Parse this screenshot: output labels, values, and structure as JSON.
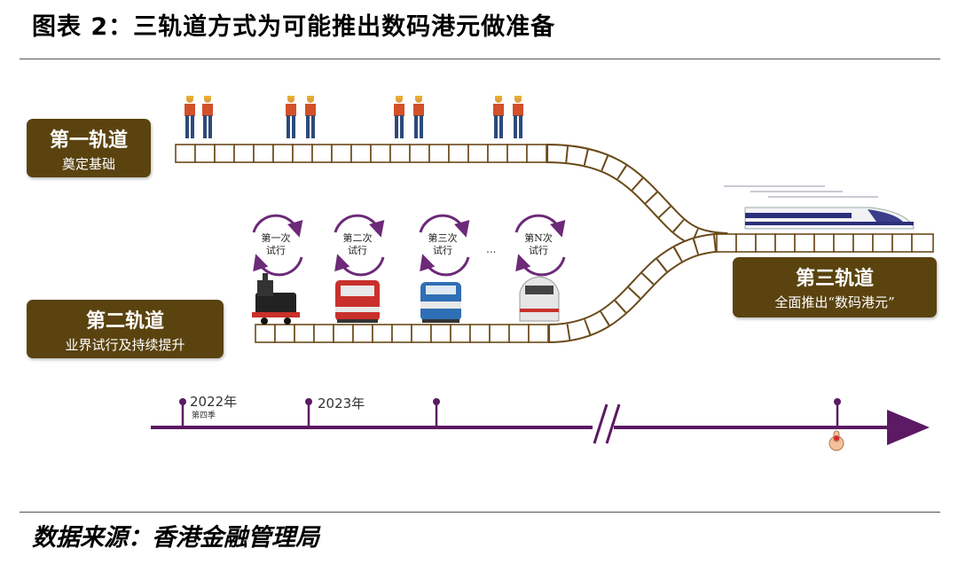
{
  "title": "图表 2：三轨道方式为可能推出数码港元做准备",
  "source": "数据来源：香港金融管理局",
  "tracks": [
    {
      "title": "第一轨道",
      "subtitle": "奠定基础"
    },
    {
      "title": "第二轨道",
      "subtitle": "业界试行及持续提升"
    },
    {
      "title": "第三轨道",
      "subtitle": "全面推出“数码港元”"
    }
  ],
  "pilots": [
    {
      "line1": "第一次",
      "line2": "试行"
    },
    {
      "line1": "第二次",
      "line2": "试行"
    },
    {
      "line1": "第三次",
      "line2": "试行"
    },
    {
      "line1": "第N次",
      "line2": "试行"
    }
  ],
  "pilot_ellipsis": "...",
  "timeline": {
    "labels": [
      "2022年",
      "2023年"
    ],
    "sublabel": "第四季"
  },
  "colors": {
    "track_box": "#5a430f",
    "timeline": "#5b1a63",
    "rail": "#6a4a1a",
    "cycle_arrow": "#6c2a78"
  }
}
